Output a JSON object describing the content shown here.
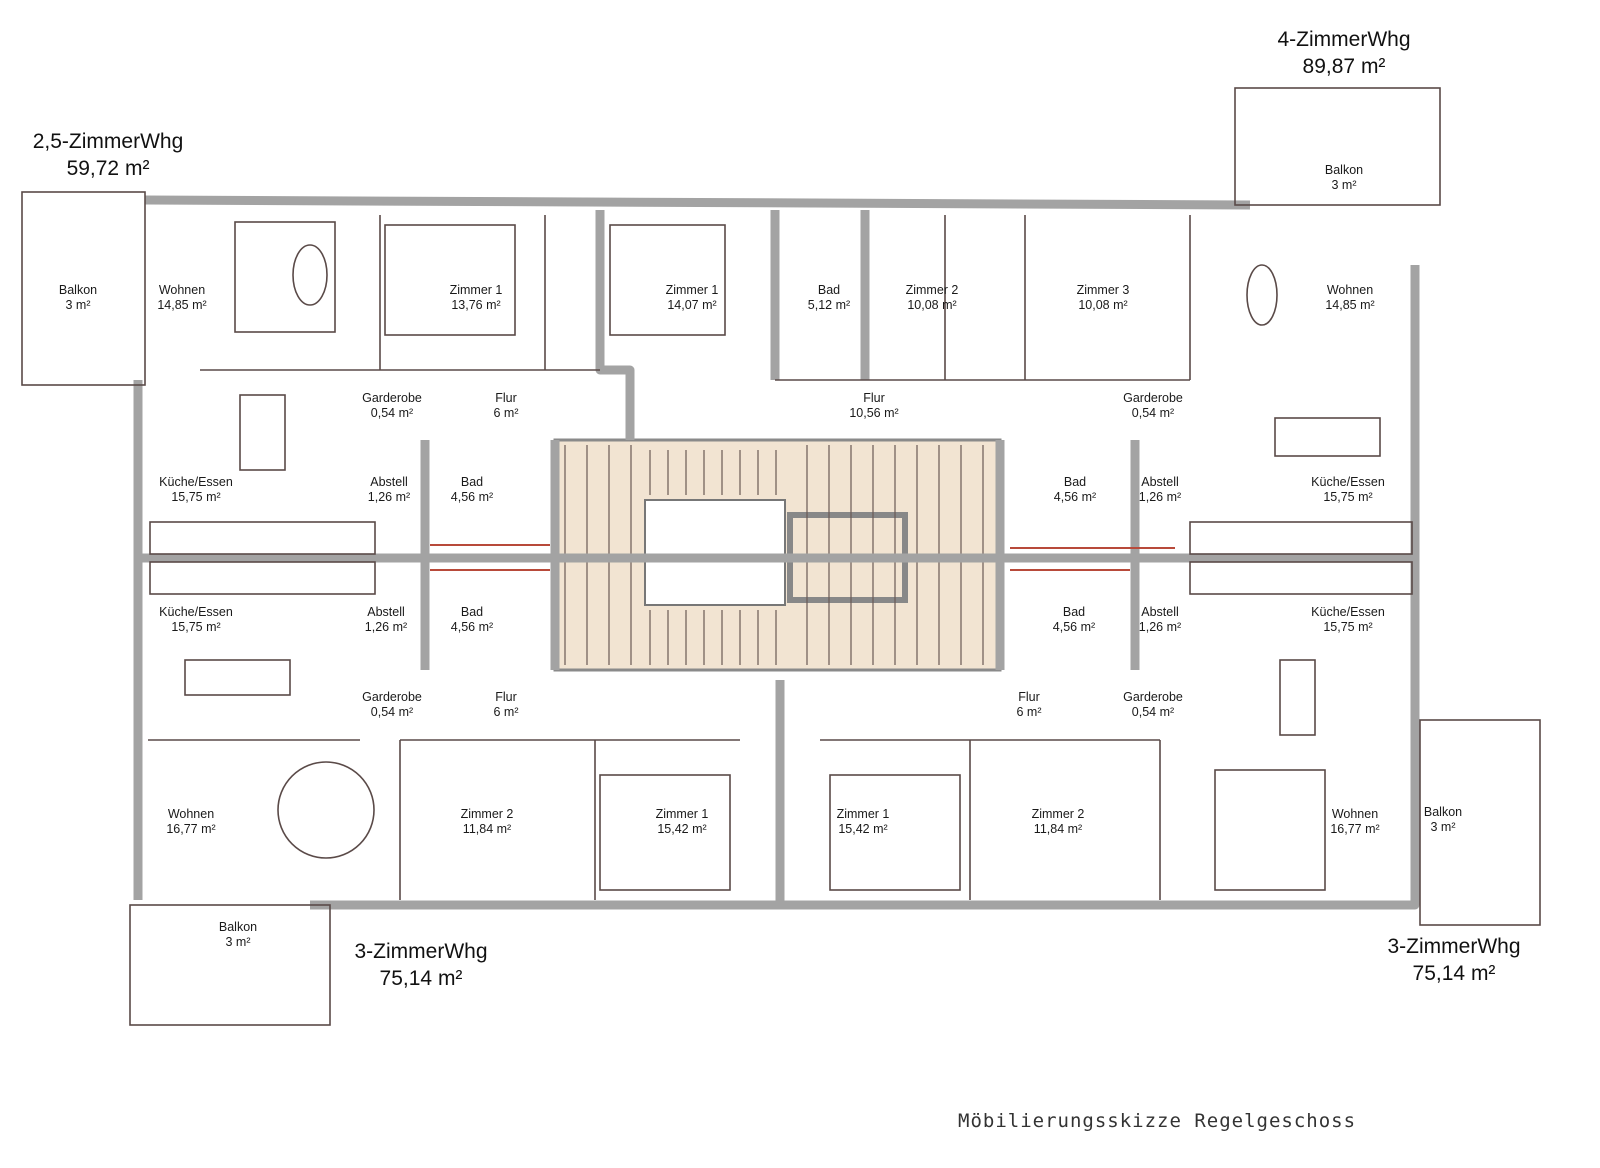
{
  "apartments": [
    {
      "name": "2,5-ZimmerWhg",
      "area": "59,72 m²"
    },
    {
      "name": "4-ZimmerWhg",
      "area": "89,87 m²"
    },
    {
      "name": "3-ZimmerWhg",
      "area": "75,14 m²"
    },
    {
      "name": "3-ZimmerWhg",
      "area": "75,14 m²"
    }
  ],
  "rooms": [
    {
      "name": "Balkon",
      "area": "3 m²"
    },
    {
      "name": "Wohnen",
      "area": "14,85 m²"
    },
    {
      "name": "Zimmer 1",
      "area": "13,76 m²"
    },
    {
      "name": "Zimmer 1",
      "area": "14,07 m²"
    },
    {
      "name": "Bad",
      "area": "5,12 m²"
    },
    {
      "name": "Zimmer 2",
      "area": "10,08 m²"
    },
    {
      "name": "Zimmer 3",
      "area": "10,08 m²"
    },
    {
      "name": "Wohnen",
      "area": "14,85 m²"
    },
    {
      "name": "Balkon",
      "area": "3 m²"
    },
    {
      "name": "Garderobe",
      "area": "0,54 m²"
    },
    {
      "name": "Flur",
      "area": "6 m²"
    },
    {
      "name": "Flur",
      "area": "10,56 m²"
    },
    {
      "name": "Garderobe",
      "area": "0,54 m²"
    },
    {
      "name": "Küche/Essen",
      "area": "15,75 m²"
    },
    {
      "name": "Abstell",
      "area": "1,26 m²"
    },
    {
      "name": "Bad",
      "area": "4,56 m²"
    },
    {
      "name": "Bad",
      "area": "4,56 m²"
    },
    {
      "name": "Abstell",
      "area": "1,26 m²"
    },
    {
      "name": "Küche/Essen",
      "area": "15,75 m²"
    },
    {
      "name": "Küche/Essen",
      "area": "15,75 m²"
    },
    {
      "name": "Abstell",
      "area": "1,26 m²"
    },
    {
      "name": "Bad",
      "area": "4,56 m²"
    },
    {
      "name": "Bad",
      "area": "4,56 m²"
    },
    {
      "name": "Abstell",
      "area": "1,26 m²"
    },
    {
      "name": "Küche/Essen",
      "area": "15,75 m²"
    },
    {
      "name": "Garderobe",
      "area": "0,54 m²"
    },
    {
      "name": "Flur",
      "area": "6 m²"
    },
    {
      "name": "Flur",
      "area": "6 m²"
    },
    {
      "name": "Garderobe",
      "area": "0,54 m²"
    },
    {
      "name": "Wohnen",
      "area": "16,77 m²"
    },
    {
      "name": "Zimmer 2",
      "area": "11,84 m²"
    },
    {
      "name": "Zimmer 1",
      "area": "15,42 m²"
    },
    {
      "name": "Zimmer 1",
      "area": "15,42 m²"
    },
    {
      "name": "Zimmer 2",
      "area": "11,84 m²"
    },
    {
      "name": "Wohnen",
      "area": "16,77 m²"
    },
    {
      "name": "Balkon",
      "area": "3 m²"
    },
    {
      "name": "Balkon",
      "area": "3 m²"
    }
  ],
  "footer": {
    "title": "Möbilierungsskizze Regelgeschoss"
  },
  "colors": {
    "wall": "#9a9a9a",
    "line": "#5a4a48",
    "stair": "#f2e4d2",
    "accent": "#b84a3a"
  }
}
